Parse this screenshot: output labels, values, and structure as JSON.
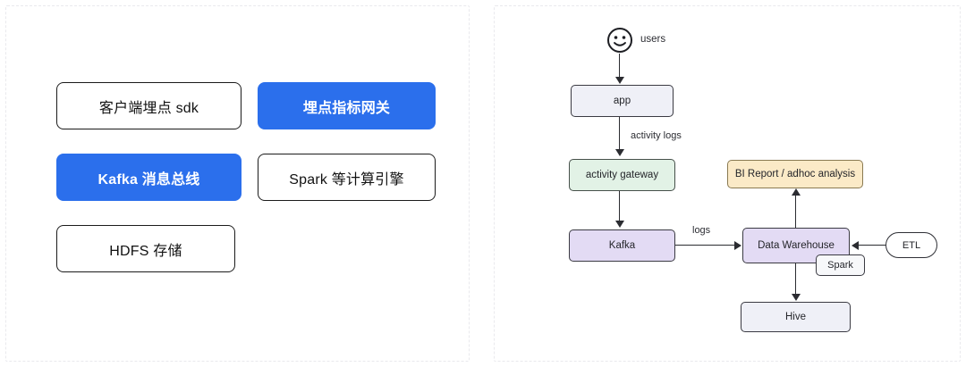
{
  "left_panel": {
    "name": "architecture-component-list",
    "boxes": [
      {
        "id": "sdk",
        "label": "客户端埋点 sdk",
        "style": "plain",
        "color": "#ffffff"
      },
      {
        "id": "gateway",
        "label": "埋点指标网关",
        "style": "accent",
        "color": "#2b6fec"
      },
      {
        "id": "kafka",
        "label": "Kafka 消息总线",
        "style": "accent",
        "color": "#2b6fec"
      },
      {
        "id": "spark",
        "label": "Spark 等计算引擎",
        "style": "plain",
        "color": "#ffffff"
      },
      {
        "id": "hdfs",
        "label": "HDFS 存储",
        "style": "plain",
        "color": "#ffffff"
      }
    ]
  },
  "right_panel": {
    "name": "data-pipeline-flowchart",
    "actor": {
      "icon": "smiley-face-icon",
      "label": "users"
    },
    "nodes": [
      {
        "id": "app",
        "label": "app",
        "fill": "#eff0f7",
        "shape": "rect"
      },
      {
        "id": "gateway",
        "label": "activity gateway",
        "fill": "#e2f2e6",
        "shape": "rect"
      },
      {
        "id": "kafka",
        "label": "Kafka",
        "fill": "#e3dbf4",
        "shape": "rect"
      },
      {
        "id": "dw",
        "label": "Data Warehouse",
        "fill": "#e3dbf4",
        "shape": "rect"
      },
      {
        "id": "spark",
        "label": "Spark",
        "fill": "#f7f8fa",
        "shape": "rect"
      },
      {
        "id": "bi",
        "label": "BI Report / adhoc analysis",
        "fill": "#fbeac7",
        "shape": "rect"
      },
      {
        "id": "hive",
        "label": "Hive",
        "fill": "#eff0f7",
        "shape": "rect"
      },
      {
        "id": "etl",
        "label": "ETL",
        "fill": "#ffffff",
        "shape": "pill"
      }
    ],
    "edges": [
      {
        "from": "users",
        "to": "app",
        "label": ""
      },
      {
        "from": "app",
        "to": "gateway",
        "label": "activity logs"
      },
      {
        "from": "gateway",
        "to": "kafka",
        "label": ""
      },
      {
        "from": "kafka",
        "to": "dw",
        "label": "logs"
      },
      {
        "from": "etl",
        "to": "dw",
        "label": ""
      },
      {
        "from": "dw",
        "to": "bi",
        "label": ""
      },
      {
        "from": "dw",
        "to": "hive",
        "label": ""
      }
    ]
  }
}
